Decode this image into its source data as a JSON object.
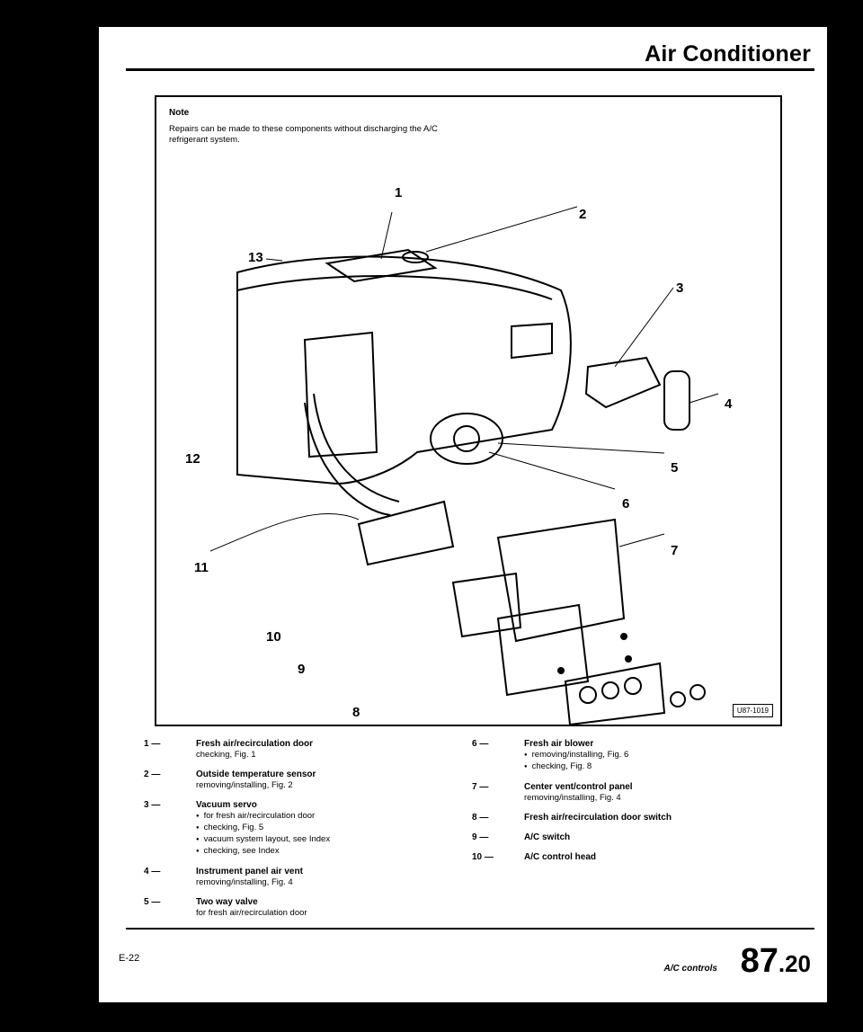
{
  "header": {
    "title": "Air Conditioner"
  },
  "note": {
    "heading": "Note",
    "body": "Repairs can be made to these components without discharging the A/C refrigerant system."
  },
  "figure": {
    "callouts": [
      "1",
      "2",
      "3",
      "4",
      "5",
      "6",
      "7",
      "8",
      "9",
      "10",
      "11",
      "12",
      "13"
    ],
    "id": "U87-1019"
  },
  "legend": {
    "left": [
      {
        "num": "1 —",
        "title": "Fresh air/recirculation door",
        "details": [
          {
            "text": "checking, Fig. 1",
            "bullet": false
          }
        ]
      },
      {
        "num": "2 —",
        "title": "Outside temperature sensor",
        "details": [
          {
            "text": "removing/installing, Fig. 2",
            "bullet": false
          }
        ]
      },
      {
        "num": "3 —",
        "title": "Vacuum servo",
        "details": [
          {
            "text": "for fresh air/recirculation door",
            "bullet": true
          },
          {
            "text": "checking, Fig. 5",
            "bullet": true
          },
          {
            "text": "vacuum system layout, see Index",
            "bullet": true
          },
          {
            "text": "checking, see Index",
            "bullet": true
          }
        ]
      },
      {
        "num": "4 —",
        "title": "Instrument panel air vent",
        "details": [
          {
            "text": "removing/installing, Fig. 4",
            "bullet": false
          }
        ]
      },
      {
        "num": "5 —",
        "title": "Two way valve",
        "details": [
          {
            "text": "for fresh air/recirculation door",
            "bullet": false
          }
        ]
      }
    ],
    "right": [
      {
        "num": "6 —",
        "title": "Fresh air blower",
        "details": [
          {
            "text": "removing/installing, Fig. 6",
            "bullet": true
          },
          {
            "text": "checking, Fig. 8",
            "bullet": true
          }
        ]
      },
      {
        "num": "7 —",
        "title": "Center vent/control panel",
        "details": [
          {
            "text": "removing/installing, Fig. 4",
            "bullet": false
          }
        ]
      },
      {
        "num": "8 —",
        "title": "Fresh air/recirculation door switch",
        "details": []
      },
      {
        "num": "9 —",
        "title": "A/C switch",
        "details": []
      },
      {
        "num": "10 —",
        "title": "A/C control head",
        "details": []
      }
    ]
  },
  "footer": {
    "left": "E-22",
    "section": "A/C controls",
    "page_main": "87",
    "page_sub": ".20"
  }
}
